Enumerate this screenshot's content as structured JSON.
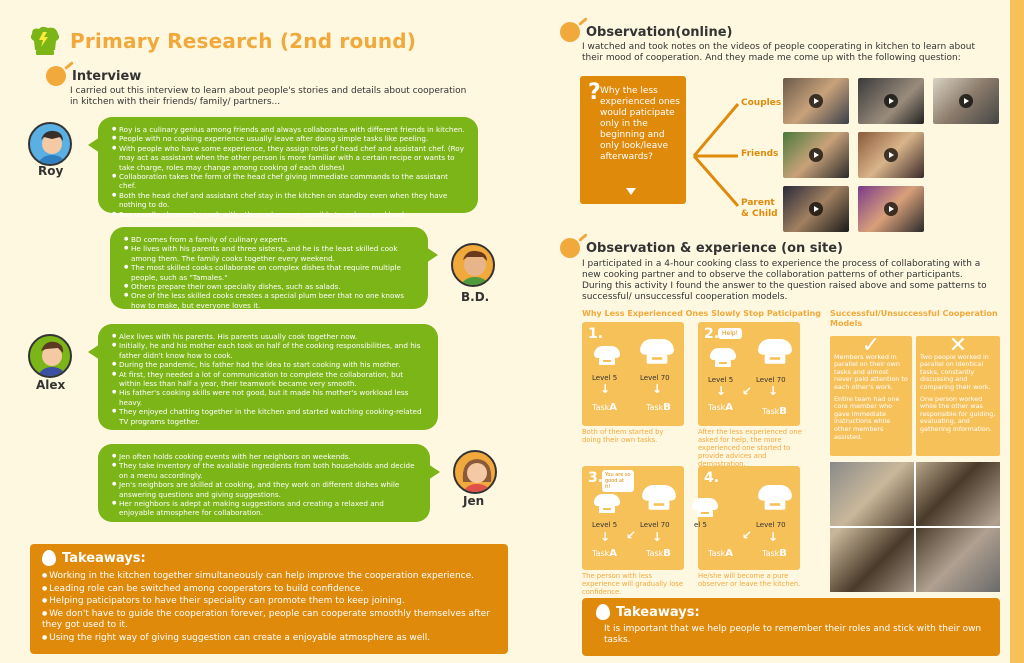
{
  "title": "Primary Research (2nd round)",
  "interview": {
    "heading": "Interview",
    "intro": "I carried out this interview to learn about people's stories and details about cooperation in kitchen with their friends/ family/ partners..."
  },
  "people": [
    {
      "name": "Roy",
      "bullets": [
        "Roy is a culinary genius among friends and always collaborates with different friends in kitchen.",
        "People with no cooking experience usually leave after doing simple tasks like peeling.",
        "With people who have some experience, they assign roles of head chef and assistant chef. (Roy may act as assistant when the other person is more familiar with a certain recipe or wants to take charge, roles may change among cooking of each dishes)",
        "Collaboration takes the form of the head chef giving immediate commands to the assistant chef.",
        "Both the head chef and assistant chef stay in the kitchen on standby even when they have nothing to do.",
        "Roy usually chooses to cook with others whenever possible to reduce workload."
      ]
    },
    {
      "name": "B.D.",
      "bullets": [
        "BD comes from a family of culinary experts.",
        "He lives with his parents and three sisters, and he is the least skilled cook among them. The family cooks together every weekend.",
        "The most skilled cooks collaborate on complex dishes that require multiple people, such as \"Tamales.\"",
        "Others prepare their own specialty dishes, such as salads.",
        "One of the less skilled cooks creates a special plum beer that no one knows how to make, but everyone loves it."
      ]
    },
    {
      "name": "Alex",
      "bullets": [
        "Alex lives with his parents. His parents usually cook together now.",
        "Initially, he and his mother each took on half of the cooking responsibilities, and his father didn't know how to cook.",
        "During the pandemic, his father had the idea to start cooking with his mother.",
        "At first, they needed a lot of communication to complete the collaboration, but within less than half a year, their teamwork became very smooth.",
        "His father's cooking skills were not good, but it made his mother's workload less heavy.",
        "They enjoyed chatting together in the kitchen and started watching cooking-related TV programs together."
      ]
    },
    {
      "name": "Jen",
      "bullets": [
        "Jen often holds cooking events with her neighbors on weekends.",
        "They take inventory of the available ingredients from both households and decide on a menu accordingly.",
        "Jen's neighbors are skilled at cooking, and they work on different dishes while answering questions and giving suggestions.",
        "Her neighbors is adept at making suggestions and creating a relaxed and enjoyable atmosphere for collaboration."
      ]
    }
  ],
  "takeaways_left": {
    "heading": "Takeaways:",
    "items": [
      "Working in the kitchen together simultaneously can help improve the cooperation experience.",
      "Leading role can be switched among cooperators to build confidence.",
      "Helping paticipators to have their speciality can promote them to keep joining.",
      "We don't have to guide the cooperation forever, people can cooperate smoothly themselves after they got used to it.",
      "Using the right way of giving suggestion can create a enjoyable atmosphere as well."
    ]
  },
  "observation_online": {
    "heading": "Observation(online)",
    "intro": "I watched and took notes on the videos of people cooperating in kitchen to learn about their mood of cooperation. And they made me come up with the following question:",
    "question_mark": "?",
    "question": "Why the less experienced ones would paticipate only in the beginning and only look/leave afterwards?",
    "categories": [
      "Couples",
      "Friends",
      "Parent & Child"
    ]
  },
  "observation_onsite": {
    "heading": "Observation & experience (on site)",
    "intro": "I participated in a 4-hour cooking class to experience the process of collaborating with a new cooking partner and to observe the collaboration patterns of other participants. During this activity I found the answer to the question raised above and some patterns to successful/ unsuccessful cooperation models.",
    "left_subheading": "Why Less Experienced Ones Slowly Stop Paticipating",
    "right_subheading": "Successful/Unsuccessful Cooperation Models",
    "steps": [
      {
        "num": "1.",
        "lvl_a": "Level 5",
        "lvl_b": "Level 70",
        "task_a": "Task",
        "task_a_letter": "A",
        "task_b": "Task",
        "task_b_letter": "B",
        "caption": "Both of them started by doing their own tasks."
      },
      {
        "num": "2.",
        "bubble": "Help!",
        "lvl_a": "Level 5",
        "lvl_b": "Level 70",
        "task_a": "Task",
        "task_a_letter": "A",
        "task_b": "Task",
        "task_b_letter": "B",
        "caption": "After the less experienced one asked for help, the more experienced one started to provide advices and demostration."
      },
      {
        "num": "3.",
        "bubble": "You are so good at it!",
        "lvl_a": "Level 5",
        "lvl_b": "Level 70",
        "task_a": "Task",
        "task_a_letter": "A",
        "task_b": "Task",
        "task_b_letter": "B",
        "caption": "The person with less experience will gradually lose confidence."
      },
      {
        "num": "4.",
        "lvl_a": "el 5",
        "lvl_b": "Level 70",
        "task_a": "Task",
        "task_a_letter": "A",
        "task_b": "Task",
        "task_b_letter": "B",
        "caption": "He/she will become a pure observer or leave the kitchen."
      }
    ],
    "success": {
      "symbol": "✓",
      "text1": "Members worked in parallel on their own tasks and almost never paid attention to each other's work.",
      "text2": "Entire team had one core member who gave immediate instructions while other members assisted."
    },
    "fail": {
      "symbol": "✕",
      "text1": "Two people worked in parallel on identical tasks, constantly discussing and comparing their work.",
      "text2": "One person worked while the other was responsible for guiding, evaluating, and gathering information."
    }
  },
  "takeaways_right": {
    "heading": "Takeaways:",
    "text": "It is important that we help people to remember their roles and stick with their own tasks."
  },
  "colors": {
    "background": "#FFF8E1",
    "accent_orange": "#E08A0B",
    "accent_yellow": "#F7C15A",
    "bubble_green": "#7CB518",
    "highlight_yellow": "#FFEB3B"
  }
}
